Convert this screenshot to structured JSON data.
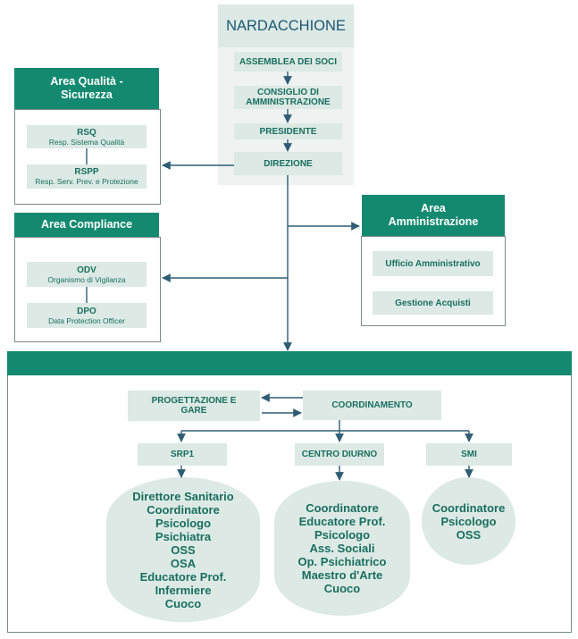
{
  "top": {
    "title": "NARDACCHIONE",
    "items": [
      "ASSEMBLEA DEI SOCI",
      "CONSIGLIO DI AMMINISTRAZIONE",
      "PRESIDENTE",
      "DIREZIONE"
    ]
  },
  "area_qualita": {
    "title": "Area Qualità - Sicurezza",
    "boxes": [
      {
        "name": "RSQ",
        "desc": "Resp. Sistema Qualità"
      },
      {
        "name": "RSPP",
        "desc": "Resp. Serv. Prev. e Protezione"
      }
    ]
  },
  "area_compliance": {
    "title": "Area Compliance",
    "boxes": [
      {
        "name": "ODV",
        "desc": "Organismo di Vigilanza"
      },
      {
        "name": "DPO",
        "desc": "Data Protection Officer"
      }
    ]
  },
  "area_amministrazione": {
    "title": "Area Amministrazione",
    "boxes": [
      "Ufficio Amministrativo",
      "Gestione Acquisti"
    ]
  },
  "operativo": {
    "progettazione": "PROGETTAZIONE E GARE",
    "coordinamento": "COORDINAMENTO",
    "units": [
      {
        "name": "SRP1",
        "staff": [
          "Direttore Sanitario",
          "Coordinatore",
          "Psicologo",
          "Psichiatra",
          "OSS",
          "OSA",
          "Educatore Prof.",
          "Infermiere",
          "Cuoco"
        ]
      },
      {
        "name": "CENTRO DIURNO",
        "staff": [
          "Coordinatore",
          "Educatore Prof.",
          "Psicologo",
          "Ass. Sociali",
          "Op. Psichiatrico",
          "Maestro d'Arte",
          "Cuoco"
        ]
      },
      {
        "name": "SMI",
        "staff": [
          "Coordinatore",
          "Psicologo",
          "OSS"
        ]
      }
    ]
  },
  "colors": {
    "header": "#138a70",
    "box": "#dce9e5",
    "text": "#1a6f5e",
    "line": "#2f5d73"
  }
}
